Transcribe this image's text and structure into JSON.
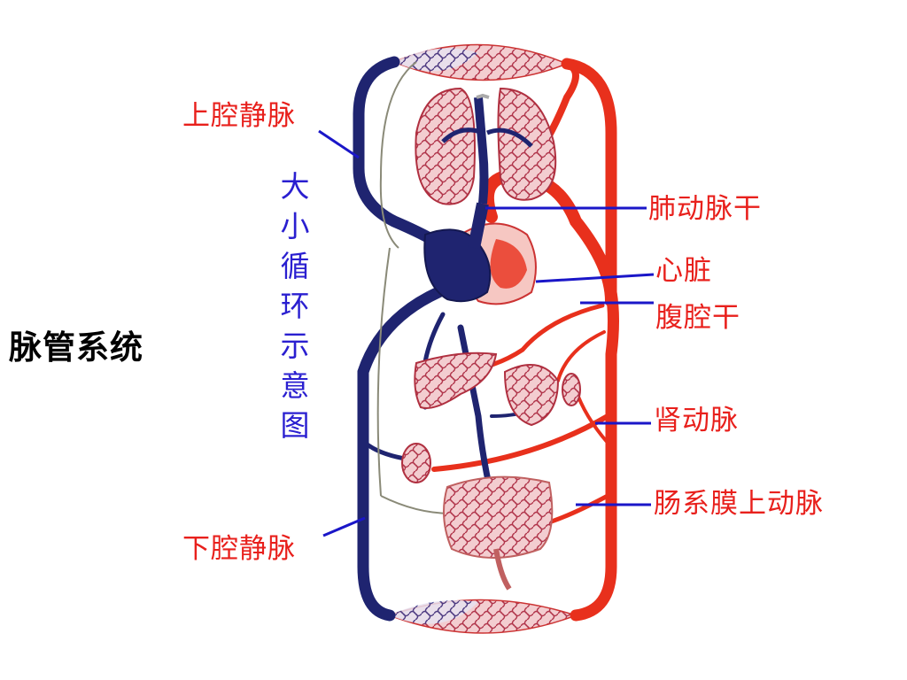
{
  "title": "脉管系统",
  "caption": "大小循环示意图",
  "labels": {
    "superior_vena_cava": "上腔静脉",
    "pulmonary_trunk": "肺动脉干",
    "heart": "心脏",
    "celiac_trunk": "腹腔干",
    "renal_artery": "肾动脉",
    "superior_mesenteric_artery": "肠系膜上动脉",
    "inferior_vena_cava": "下腔静脉"
  },
  "colors": {
    "artery": "#e8301c",
    "vein": "#1f2470",
    "label_text": "#e8201c",
    "leader_line": "#1a16c8",
    "caption_text": "#2a1fd0",
    "organ_fill": "#f6c7c2",
    "title_text": "#000000"
  }
}
